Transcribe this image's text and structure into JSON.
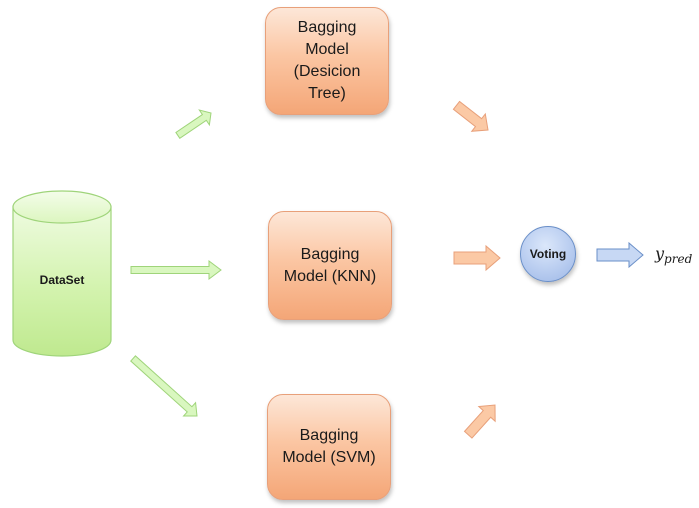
{
  "dataset": {
    "label": "DataSet"
  },
  "models": [
    {
      "label": "Bagging\nModel\n(Desicion\nTree)"
    },
    {
      "label": "Bagging\nModel (KNN)"
    },
    {
      "label": "Bagging\nModel (SVM)"
    }
  ],
  "voting": {
    "label": "Voting"
  },
  "output": {
    "base": "y",
    "subscript": "pred"
  },
  "colors": {
    "dataset_fill": "#d6f5b4",
    "dataset_stroke": "#9fd47a",
    "model_fill": "#f9bf97",
    "model_stroke": "#e8a07a",
    "voting_fill": "#b9cdf0",
    "voting_stroke": "#6a8fc8",
    "green_arrow": "#d9f7bf",
    "orange_arrow": "#fbc9a5",
    "blue_arrow": "#c7d8f4"
  }
}
